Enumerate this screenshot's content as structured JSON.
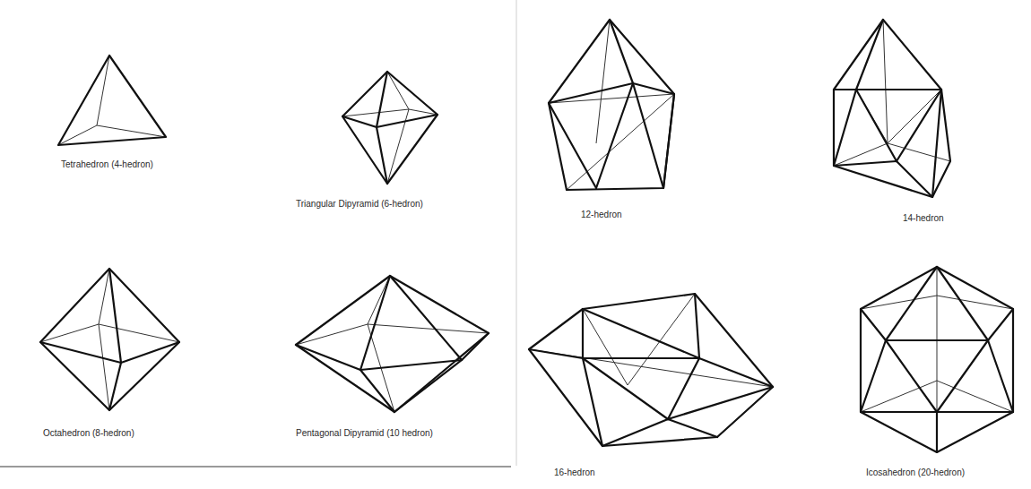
{
  "diagram": {
    "labels": [
      "Tetrahedron (4-hedron)",
      "Triangular Dipyramid (6-hedron)",
      "12-hedron",
      "14-hedron",
      "Octahedron (8-hedron)",
      "Pentagonal Dipyramid (10 hedron)",
      "16-hedron",
      "Icosahedron (20-hedron)"
    ]
  }
}
